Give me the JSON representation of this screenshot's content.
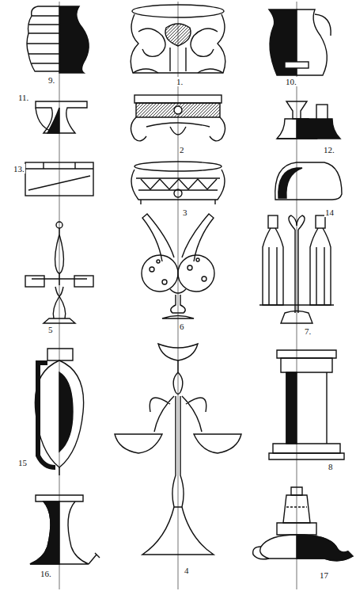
{
  "diagram": {
    "labels": [
      "9.",
      "1.",
      "10.",
      "11.",
      "2",
      "12.",
      "13.",
      "3",
      "14",
      "5",
      "6",
      "7.",
      "15",
      "4",
      "8",
      "16.",
      "17"
    ]
  }
}
